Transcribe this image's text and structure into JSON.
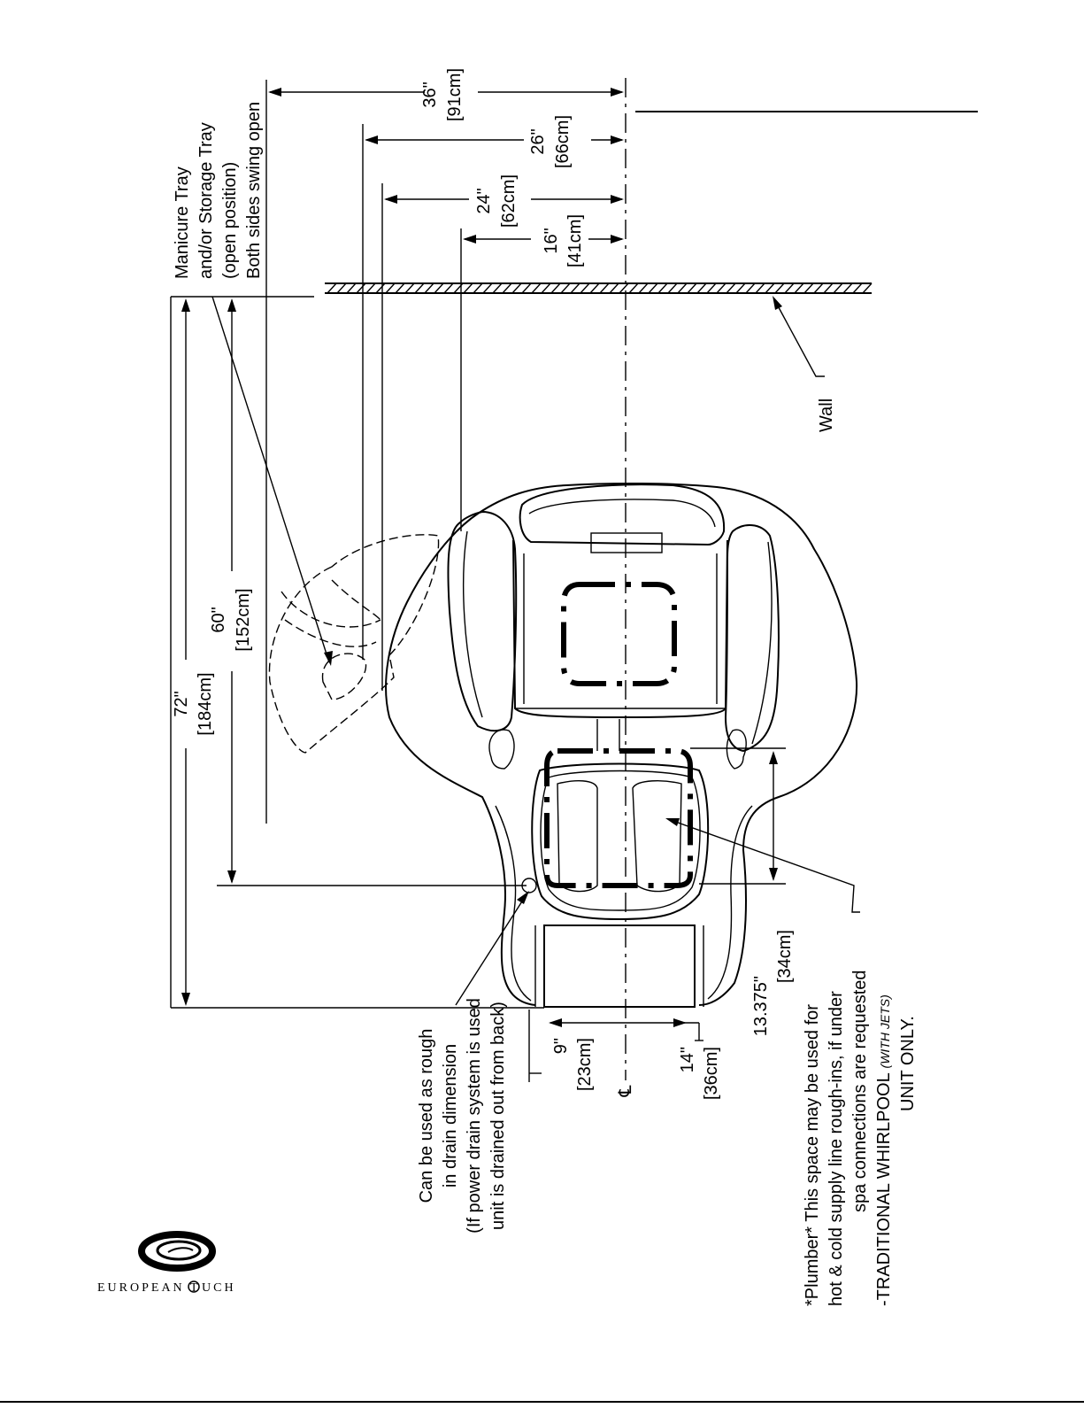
{
  "dimensions": {
    "d36": {
      "in": "36\"",
      "cm": "[91cm]"
    },
    "d26": {
      "in": "26\"",
      "cm": "[66cm]"
    },
    "d24": {
      "in": "24\"",
      "cm": "[62cm]"
    },
    "d16": {
      "in": "16\"",
      "cm": "[41cm]"
    },
    "d72": {
      "in": "72\"",
      "cm": "[184cm]"
    },
    "d60": {
      "in": "60\"",
      "cm": "[152cm]"
    },
    "d9": {
      "in": "9\"",
      "cm": "[23cm]"
    },
    "d14": {
      "in": "14\"",
      "cm": "[36cm]"
    },
    "d13": {
      "in": "13.375\"",
      "cm": "[34cm]"
    },
    "centerline_symbol": "℄"
  },
  "notes": {
    "tray": [
      "Manicure Tray",
      "and/or Storage Tray",
      "(open position)",
      "Both sides swing open"
    ],
    "wall": "Wall",
    "drain": [
      "Can be used as rough",
      "in drain dimension",
      "(If power drain system is used",
      "unit is drained out from back)"
    ],
    "plumber": {
      "line1": "*Plumber* This space may be used for",
      "line2": "hot & cold supply line rough-ins, if under",
      "line3": "spa connections are requested",
      "line4_main": "-TRADITIONAL WHIRLPOOL ",
      "line4_italic": "(WITH JETS)",
      "line5": "UNIT ONLY."
    }
  },
  "brand": {
    "name_left": "EUROPEAN T",
    "name_right": "UCH"
  }
}
